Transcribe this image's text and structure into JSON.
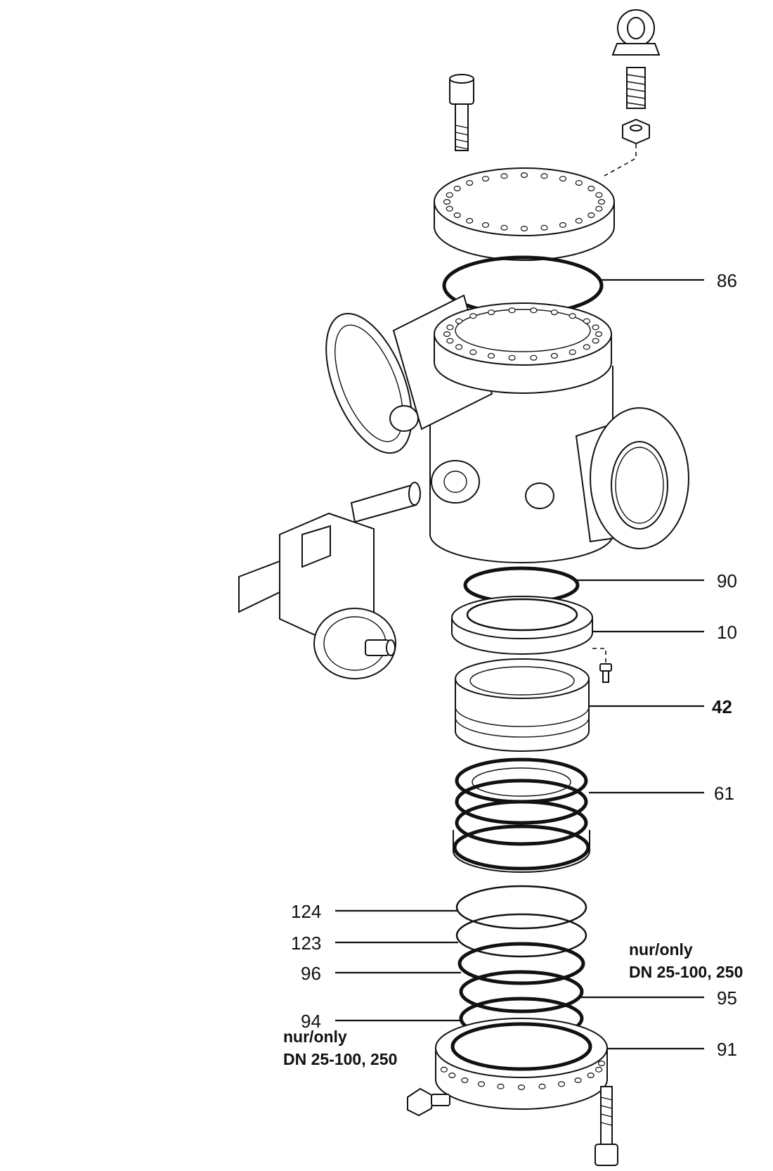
{
  "callouts": {
    "c86": "86",
    "c90": "90",
    "c10": "10",
    "c42": "42",
    "c61": "61",
    "c124": "124",
    "c123": "123",
    "c96": "96",
    "c95": "95",
    "c94": "94",
    "c91": "91"
  },
  "notes": {
    "right_line1": "nur/only",
    "right_line2": "DN 25-100, 250",
    "left_line1": "nur/only",
    "left_line2": "DN 25-100, 250"
  },
  "colors": {
    "ink": "#111111",
    "paper": "#ffffff"
  }
}
